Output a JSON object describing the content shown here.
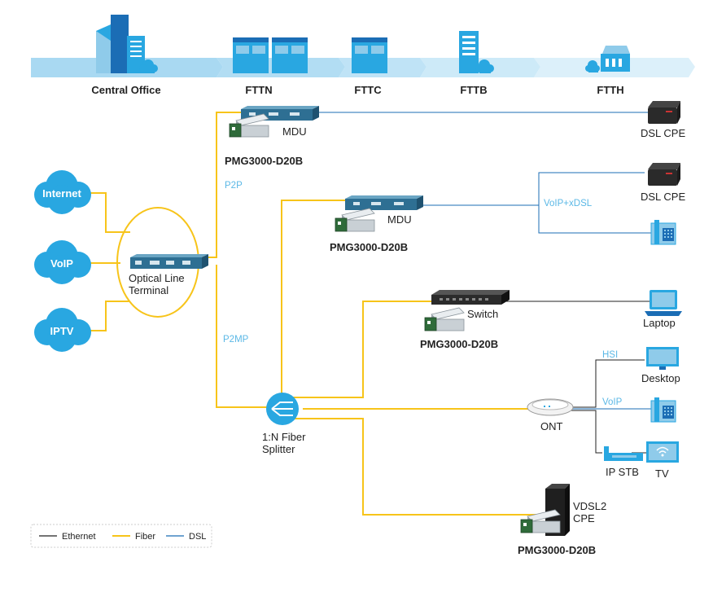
{
  "stages": [
    "Central Office",
    "FTTN",
    "FTTC",
    "FTTB",
    "FTTH"
  ],
  "services": [
    "Internet",
    "VoIP",
    "IPTV"
  ],
  "devices": {
    "olt": "Optical Line\nTerminal",
    "mdu": "MDU",
    "switch": "Switch",
    "ont": "ONT",
    "splitter": "1:N Fiber\nSplitter",
    "vdsl": "VDSL2\nCPE",
    "sfp": "PMG3000-D20B"
  },
  "endpoints": {
    "dsl_cpe": "DSL CPE",
    "laptop": "Laptop",
    "desktop": "Desktop",
    "ip_stb": "IP STB",
    "tv": "TV"
  },
  "link_labels": {
    "p2p": "P2P",
    "p2mp": "P2MP",
    "voip_xdsl": "VoIP+xDSL",
    "hsi": "HSI",
    "voip": "VoIP"
  },
  "legend": [
    {
      "label": "Ethernet",
      "color": "#222222"
    },
    {
      "label": "Fiber",
      "color": "#f7c41a"
    },
    {
      "label": "DSL",
      "color": "#1b6db5"
    }
  ],
  "colors": {
    "fiber": "#f7c41a",
    "ethernet": "#222222",
    "dsl": "#1b6db5",
    "cloud": "#29a7e1",
    "banner": "#bfe3f6",
    "device": "#2e6f93"
  }
}
